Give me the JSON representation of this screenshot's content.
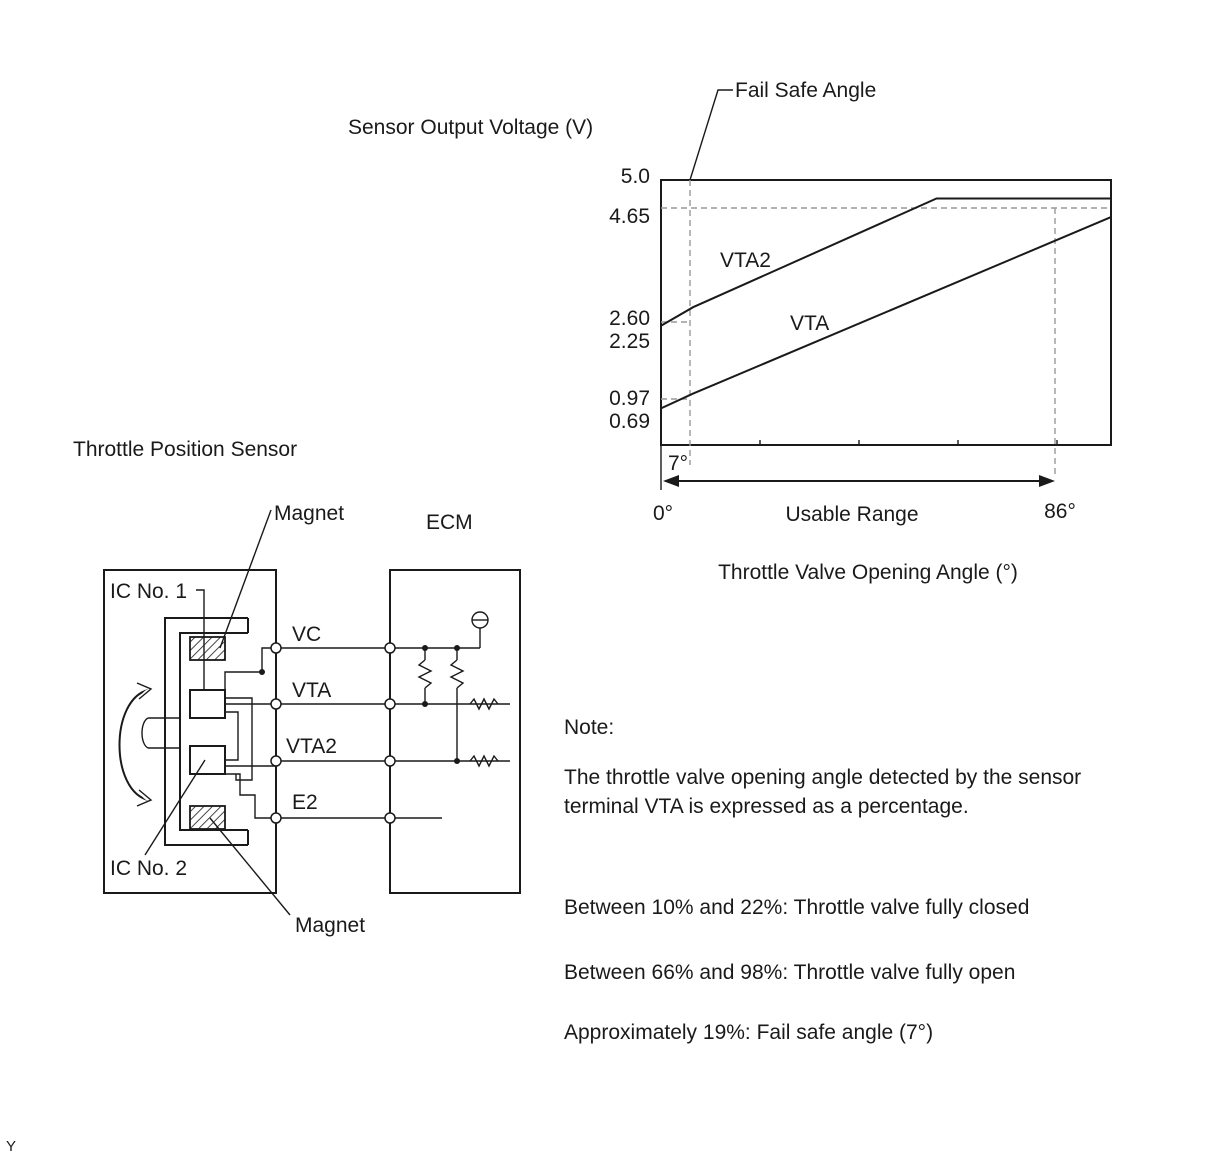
{
  "chart_data": {
    "type": "line",
    "title": "Sensor Output Voltage (V)",
    "annotation": "Fail Safe Angle",
    "xlabel": "Throttle Valve Opening Angle (°)",
    "range_label": "Usable Range",
    "x_ticks": [
      "0°",
      "7°",
      "86°"
    ],
    "y_ticks": [
      "5.0",
      "4.65",
      "2.60",
      "2.25",
      "0.97",
      "0.69"
    ],
    "xlim": [
      0,
      98
    ],
    "ylim": [
      0,
      5.0
    ],
    "series": [
      {
        "name": "VTA2",
        "x": [
          0,
          7,
          60,
          98
        ],
        "y": [
          2.25,
          2.6,
          4.65,
          4.65
        ]
      },
      {
        "name": "VTA",
        "x": [
          0,
          7,
          98
        ],
        "y": [
          0.69,
          0.97,
          4.3
        ]
      }
    ]
  },
  "circuit": {
    "sensor_title": "Throttle Position Sensor",
    "ecm_label": "ECM",
    "magnet_top": "Magnet",
    "magnet_bottom": "Magnet",
    "ic1": "IC No. 1",
    "ic2": "IC No. 2",
    "terminals": [
      "VC",
      "VTA",
      "VTA2",
      "E2"
    ]
  },
  "note": {
    "heading": "Note:",
    "line1": "The throttle valve opening angle detected by the sensor",
    "line2": "terminal VTA is expressed as a percentage.",
    "items": [
      "Between 10% and 22%: Throttle valve fully closed",
      "Between 66% and 98%: Throttle valve fully open",
      "Approximately 19%: Fail safe angle (7°)"
    ]
  },
  "corner_mark": "Y"
}
